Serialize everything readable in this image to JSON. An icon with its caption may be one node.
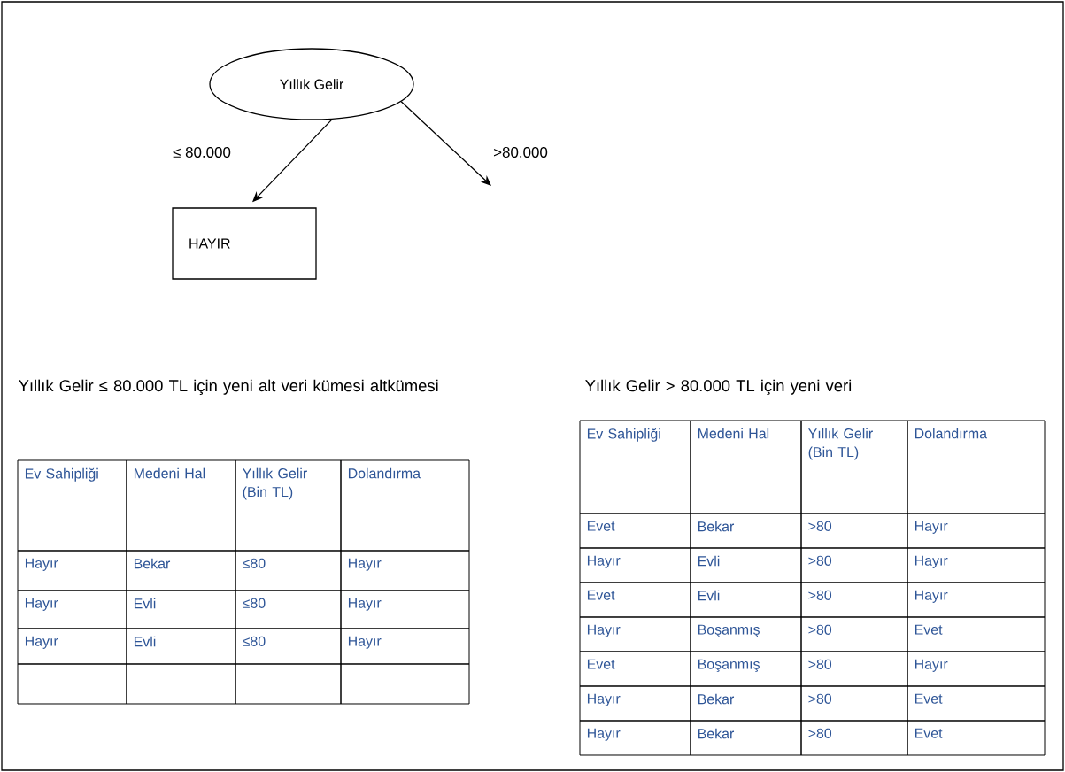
{
  "diagram": {
    "nodes": [
      {
        "text": [
          "Yıllık Gelir"
        ]
      },
      {
        "text": [
          "HAYIR"
        ]
      }
    ],
    "edges": [
      {
        "from": 0,
        "to": 1,
        "arrow": "to",
        "label": "≤ 80.000"
      },
      {
        "from": 0,
        "to": null,
        "arrow": "to",
        "label": ">80.000"
      }
    ],
    "labels": [
      "Yıllık Gelir ≤ 80.000 TL için yeni alt veri kümesi altkümesi",
      "Yıllık Gelir > 80.000 TL için yeni veri",
      "Ev Sahipliği",
      "Medeni Hal",
      "Yıllık Gelir (Bin TL)",
      "Dolandırma",
      "Hayır",
      "Bekar",
      "≤80",
      "Hayır",
      "Hayır",
      "Evli",
      "≤80",
      "Hayır",
      "Hayır",
      "Evli",
      "≤80",
      "Hayır",
      "Ev Sahipliği",
      "Medeni Hal",
      "Yıllık Gelir (Bin TL)",
      "Dolandırma",
      "Evet",
      "Bekar",
      ">80",
      "Hayır",
      "Hayır",
      "Evli",
      ">80",
      "Hayır",
      "Evet",
      "Evli",
      ">80",
      "Hayır",
      "Hayır",
      "Boşanmış",
      ">80",
      "Evet",
      "Evet",
      "Boşanmış",
      ">80",
      "Hayır",
      "Hayır",
      "Bekar",
      ">80",
      "Evet",
      "Hayır",
      "Bekar",
      ">80",
      "Evet"
    ]
  }
}
